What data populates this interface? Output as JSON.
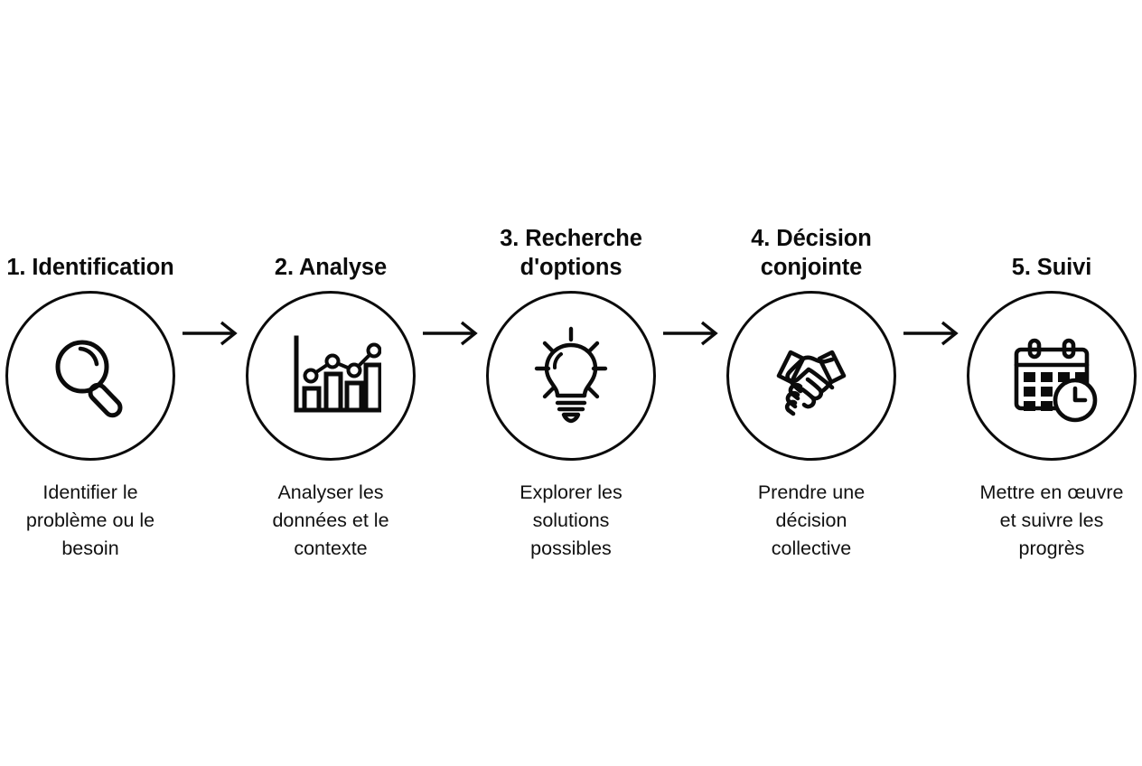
{
  "diagram": {
    "type": "process-flow",
    "orientation": "horizontal",
    "background_color": "#ffffff",
    "stroke_color": "#0b0b0b",
    "steps": [
      {
        "title": "1. Identification",
        "caption": "Identifier le\nproblème ou le\nbesoin",
        "icon": "magnifier-icon"
      },
      {
        "title": "2. Analyse",
        "caption": "Analyser les\ndonnées et le\ncontexte",
        "icon": "bar-chart-line-icon"
      },
      {
        "title": "3. Recherche\nd'options",
        "caption": "Explorer les\nsolutions\npossibles",
        "icon": "lightbulb-icon"
      },
      {
        "title": "4. Décision\nconjointe",
        "caption": "Prendre une\ndécision\ncollective",
        "icon": "handshake-icon"
      },
      {
        "title": "5. Suivi",
        "caption": "Mettre en œuvre\net suivre les\nprogrès",
        "icon": "calendar-clock-icon"
      }
    ],
    "connectors": [
      {
        "name": "arrow-1-to-2",
        "glyph": "arrow-right-icon"
      },
      {
        "name": "arrow-2-to-3",
        "glyph": "arrow-right-icon"
      },
      {
        "name": "arrow-3-to-4",
        "glyph": "arrow-right-icon"
      },
      {
        "name": "arrow-4-to-5",
        "glyph": "arrow-right-icon"
      }
    ]
  }
}
